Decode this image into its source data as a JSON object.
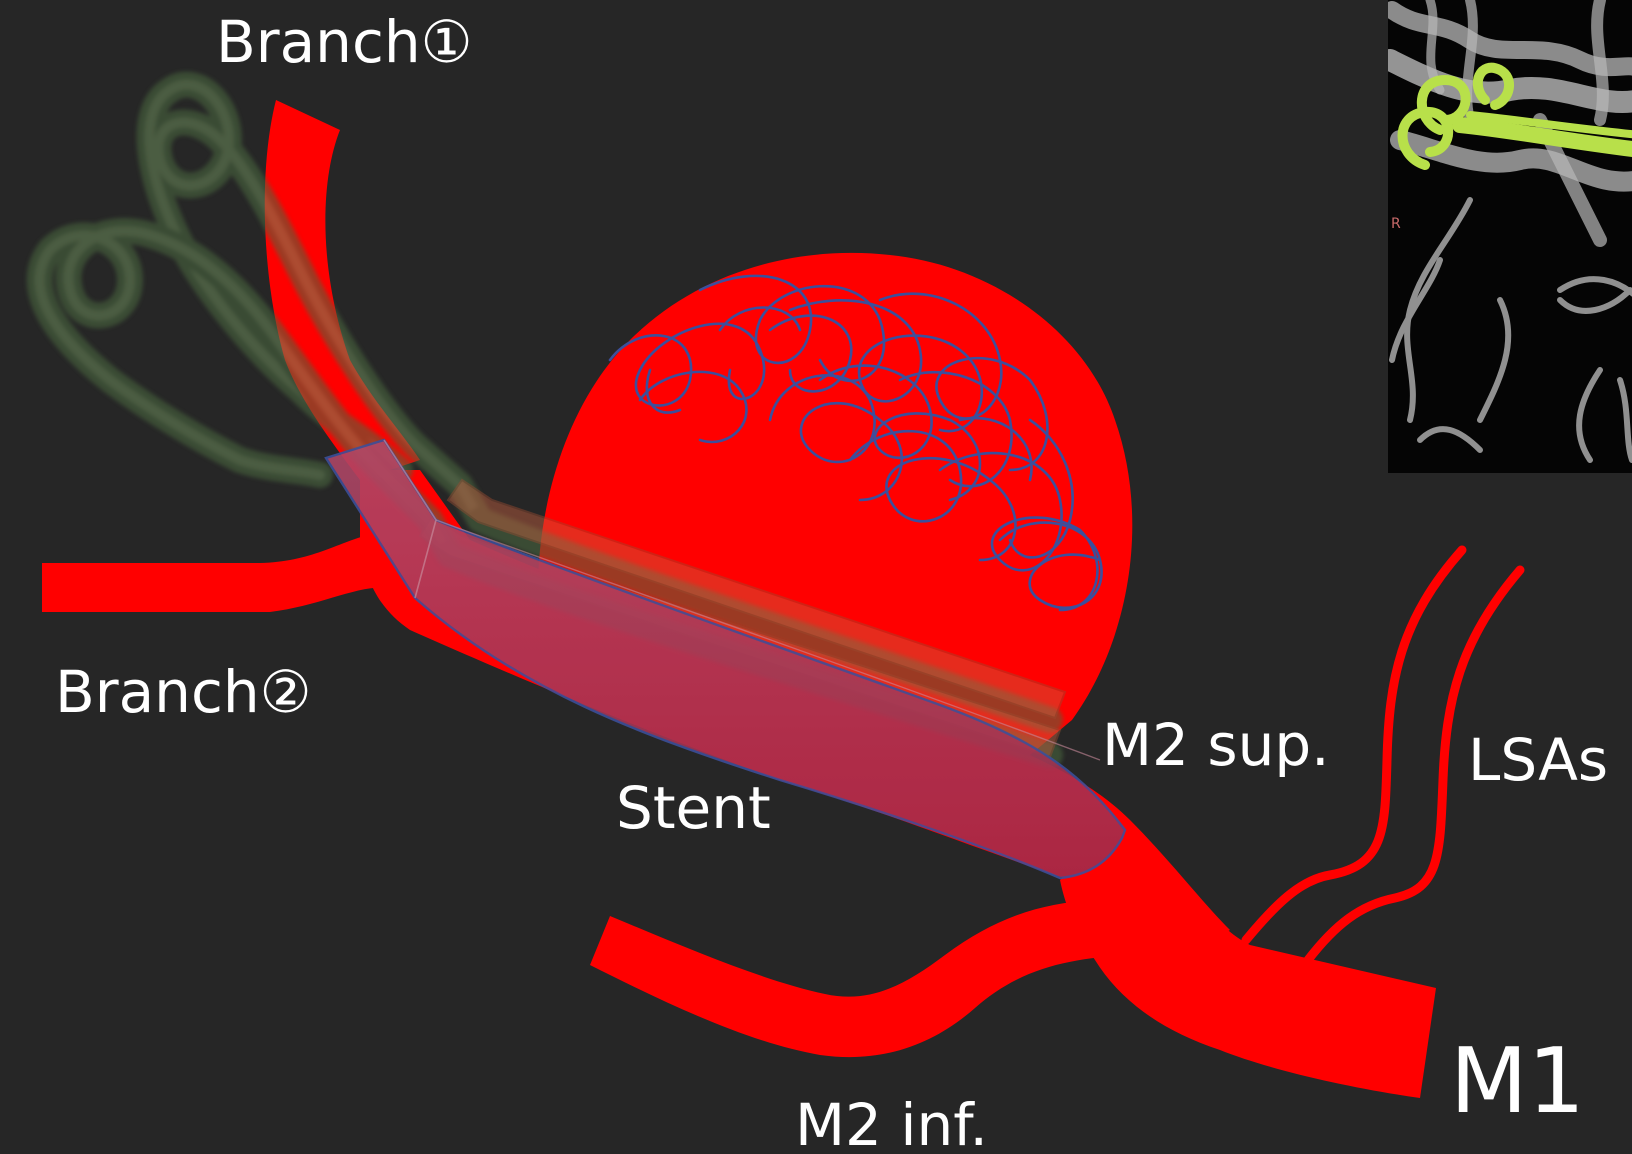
{
  "labels": {
    "branch1": "Branch①",
    "branch2": "Branch②",
    "stent": "Stent",
    "m2_sup": "M2 sup.",
    "lsas": "LSAs",
    "m2_inf": "M2 inf.",
    "m1": "M1"
  },
  "inset": {
    "orientation_marker": "R"
  },
  "colors": {
    "background": "#262626",
    "vessel": "#ff0000",
    "stent_fill": "#a8304f",
    "stent_outline": "#3c4f9c",
    "coil": "#3c4f9c",
    "catheter": "#4a6a3a",
    "inset_coil": "#b8e04a",
    "text": "#ffffff"
  }
}
